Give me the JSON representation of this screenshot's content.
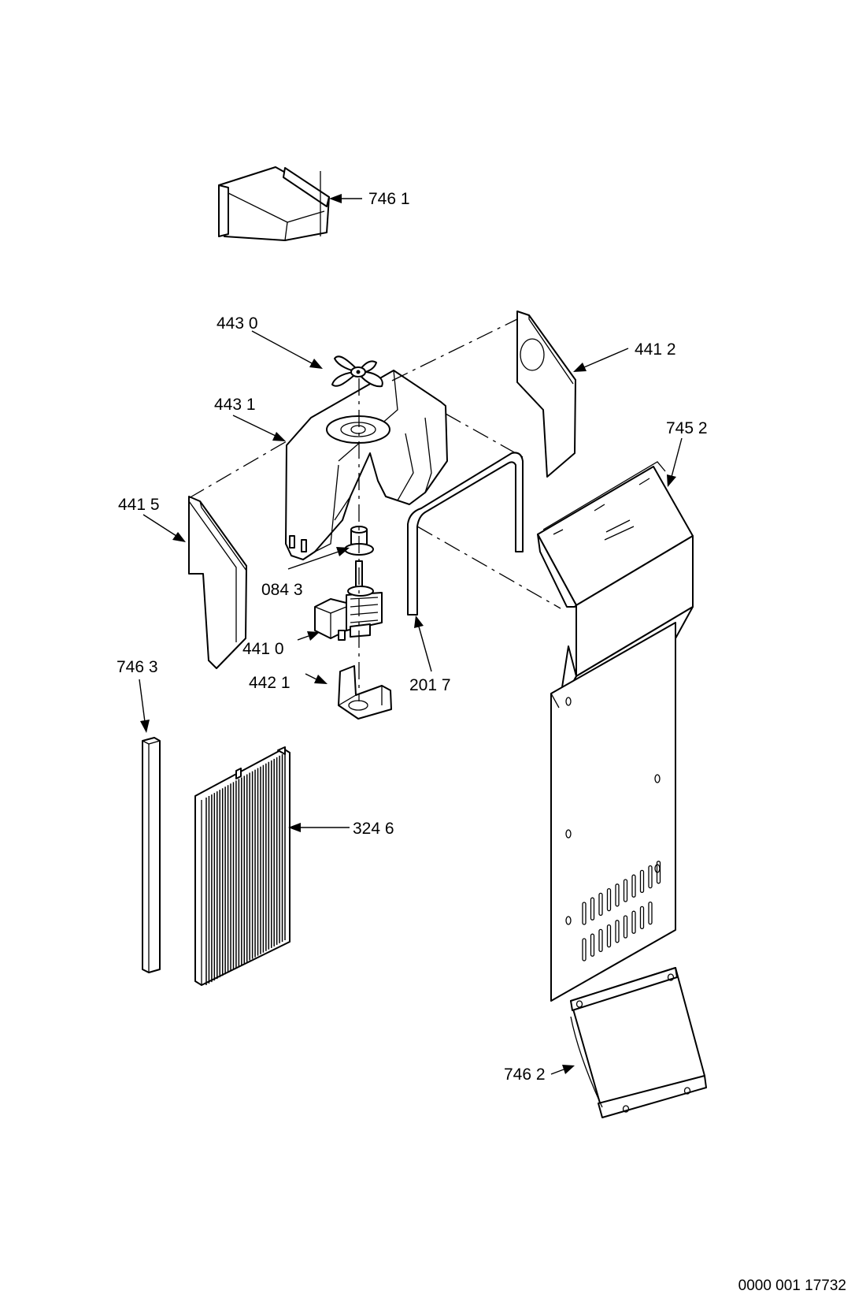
{
  "parts": [
    {
      "id": "p7461",
      "label": "746 1"
    },
    {
      "id": "p4430",
      "label": "443 0"
    },
    {
      "id": "p4412",
      "label": "441 2"
    },
    {
      "id": "p4431",
      "label": "443 1"
    },
    {
      "id": "p7452",
      "label": "745 2"
    },
    {
      "id": "p4415",
      "label": "441 5"
    },
    {
      "id": "p0843",
      "label": "084 3"
    },
    {
      "id": "p4410",
      "label": "441 0"
    },
    {
      "id": "p7463",
      "label": "746 3"
    },
    {
      "id": "p4421",
      "label": "442 1"
    },
    {
      "id": "p2017",
      "label": "201 7"
    },
    {
      "id": "p3246",
      "label": "324 6"
    },
    {
      "id": "p7462",
      "label": "746 2"
    }
  ],
  "document_number": "0000 001 17732"
}
